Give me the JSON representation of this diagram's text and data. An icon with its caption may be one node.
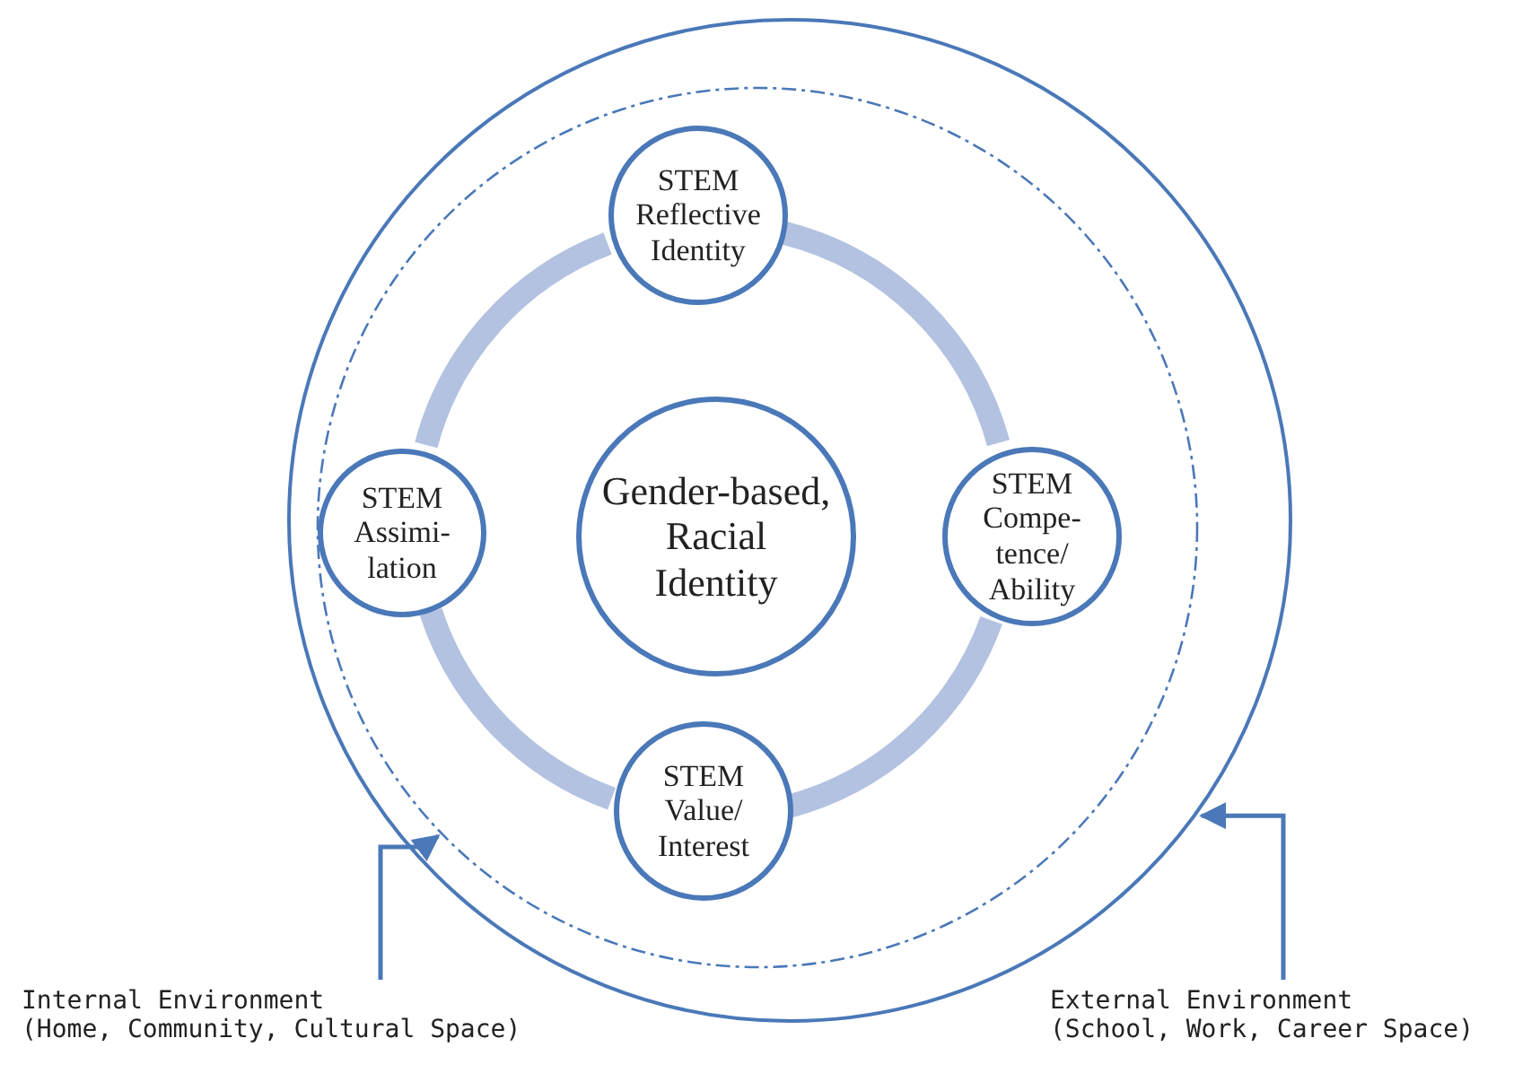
{
  "diagram": {
    "nodes": [
      {
        "text": [],
        "shape": "circle"
      },
      {
        "text": [],
        "shape": "circle",
        "in": 0
      },
      {
        "text": [
          "STEM Reflective Identity"
        ],
        "in": 1
      },
      {
        "text": [
          "STEM Assimi-lation"
        ],
        "in": 1
      },
      {
        "text": [
          "Gender-based, Racial Identity"
        ],
        "in": 1
      },
      {
        "text": [
          "STEM Compe-tence/Ability"
        ],
        "in": 1
      },
      {
        "text": [
          "STEM Value/Interest"
        ],
        "in": 1
      },
      {
        "text": [
          "Internal Environment",
          "(Home, Community, Cultural Space)"
        ]
      },
      {
        "text": [
          "External Environment",
          "(School, Work, Career Space)"
        ]
      }
    ],
    "edges": [
      {
        "from": 2,
        "to": 5,
        "arrow": "none"
      },
      {
        "from": 5,
        "to": 6,
        "arrow": "none"
      },
      {
        "from": 6,
        "to": 3,
        "arrow": "none"
      },
      {
        "from": 3,
        "to": 2,
        "arrow": "none"
      },
      {
        "from": 7,
        "to": 1,
        "arrow": "to",
        "color": "#4a78b8"
      },
      {
        "from": 8,
        "to": 0,
        "arrow": "to",
        "color": "#4a78b8"
      }
    ]
  }
}
